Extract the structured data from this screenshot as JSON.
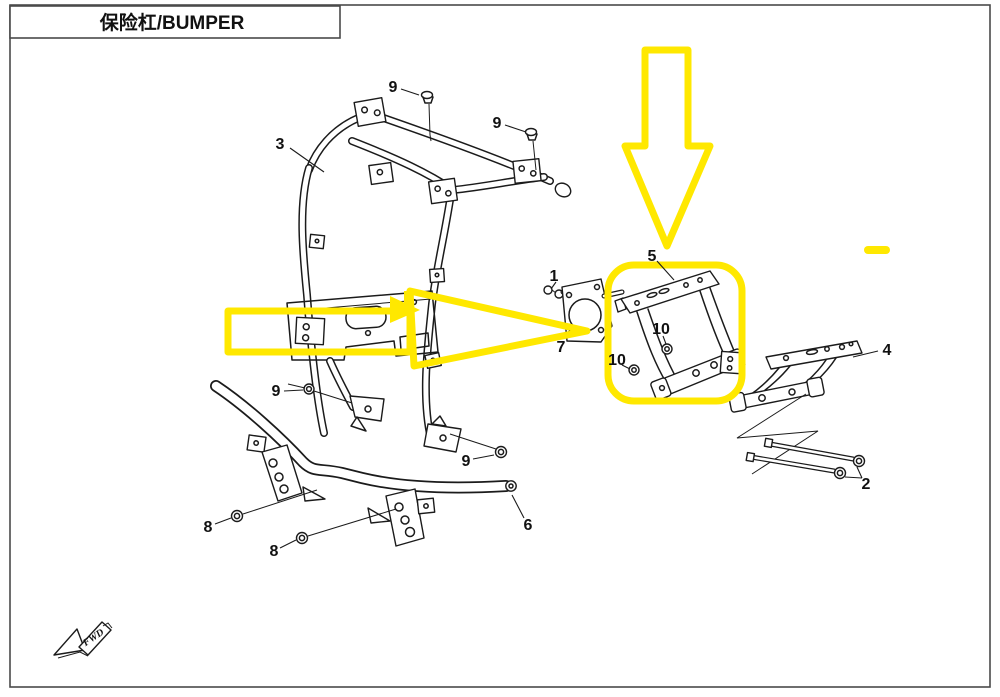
{
  "title": "保险杠/BUMPER",
  "direction_indicator": "FWD",
  "labels": [
    {
      "part": "3"
    },
    {
      "part": "9"
    },
    {
      "part": "9"
    },
    {
      "part": "1"
    },
    {
      "part": "7"
    },
    {
      "part": "5"
    },
    {
      "part": "10"
    },
    {
      "part": "10"
    },
    {
      "part": "4"
    },
    {
      "part": "2"
    },
    {
      "part": "9"
    },
    {
      "part": "9"
    },
    {
      "part": "8"
    },
    {
      "part": "8"
    },
    {
      "part": "6"
    }
  ],
  "annotations": {
    "highlight_color": "#FFE800",
    "shapes": [
      {
        "name": "down-arrow",
        "description": "outlined block arrow pointing down at part 5 area"
      },
      {
        "name": "callout-rectangle",
        "description": "outlined rectangle over frame panel"
      },
      {
        "name": "callout-arrowhead",
        "description": "small filled arrow between rectangle and triangle"
      },
      {
        "name": "callout-triangle",
        "description": "outlined triangle pointing right at part 7"
      },
      {
        "name": "part-5-highlight-box",
        "description": "rounded rectangle around part 5 bracket"
      },
      {
        "name": "dash-marker",
        "description": "small filled dash at right edge"
      }
    ]
  },
  "colors": {
    "line": "#1b1b1b",
    "background": "#ffffff",
    "border": "#4a4a4a",
    "highlight": "#FFE800"
  }
}
